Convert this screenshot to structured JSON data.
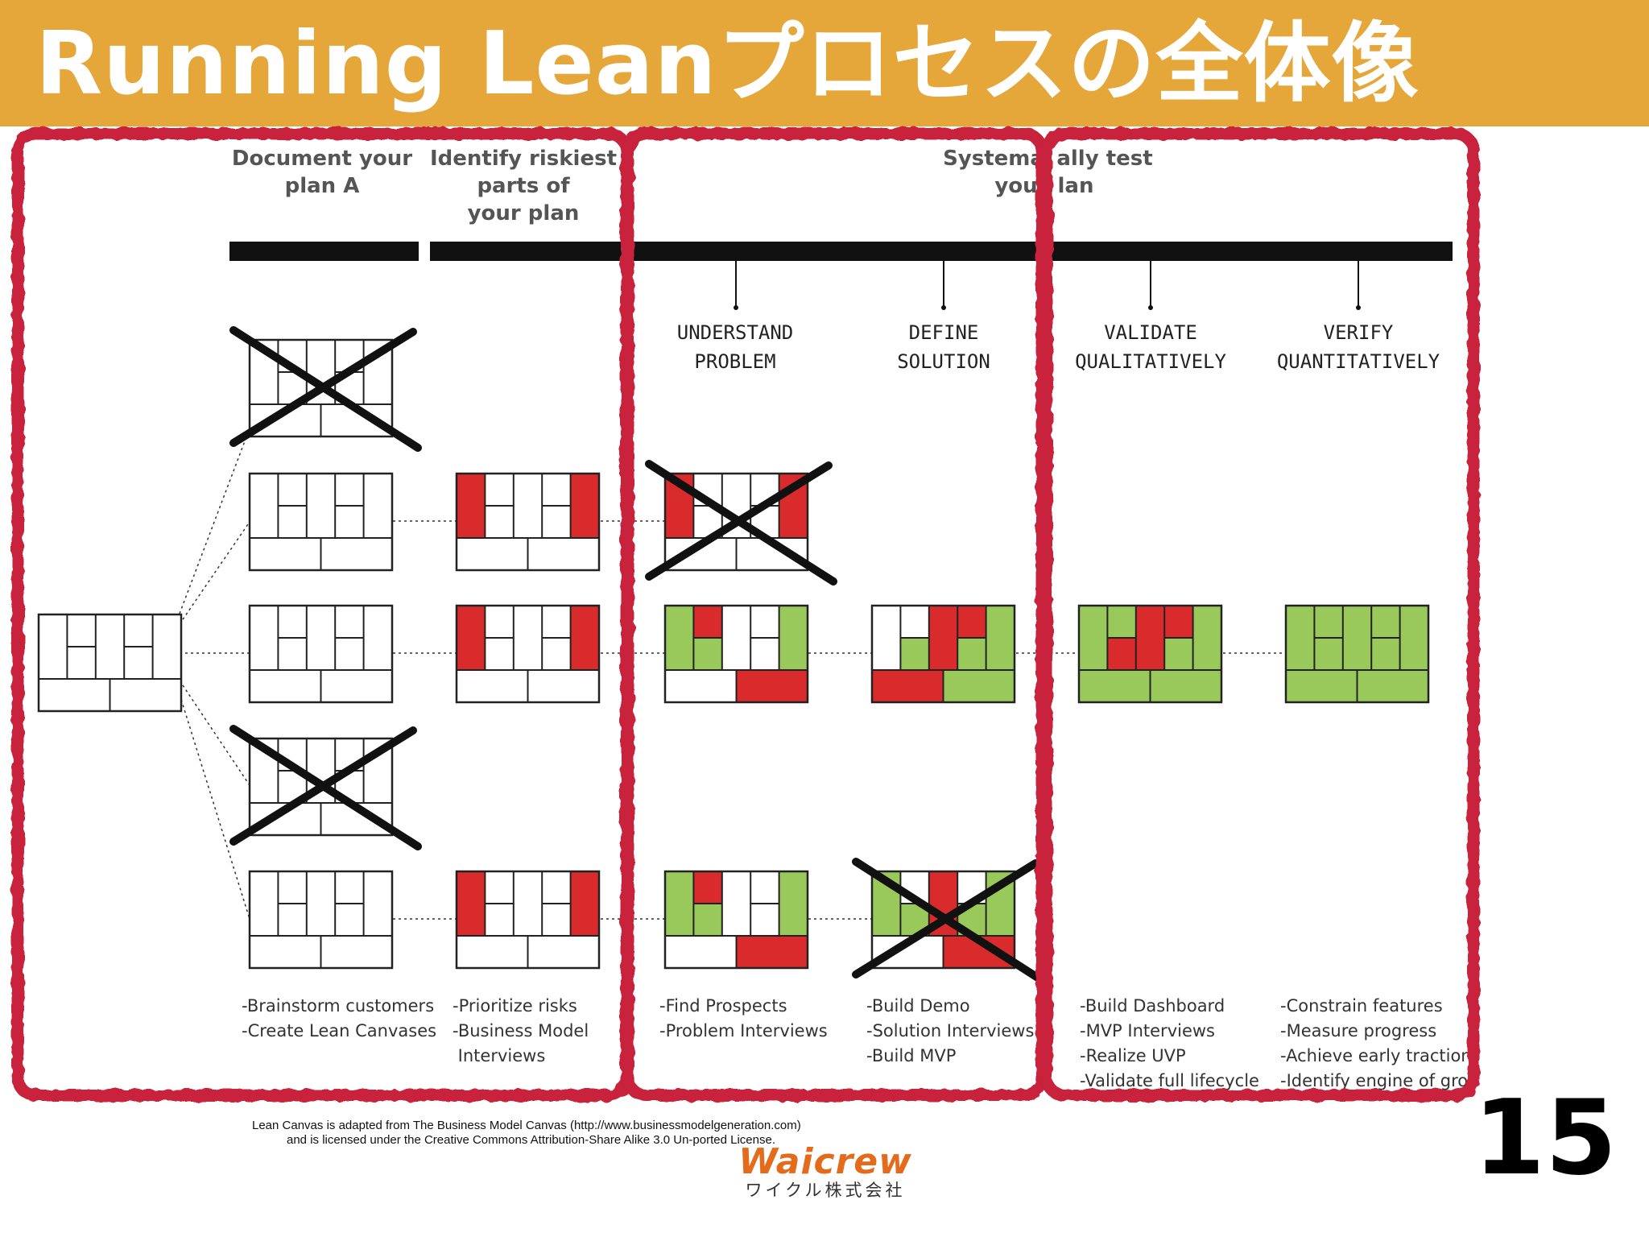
{
  "slide": {
    "title": "Running Leanプロセスの全体像",
    "page_number": "15"
  },
  "headers": {
    "document_plan": [
      "Document your",
      "plan A"
    ],
    "identify_risks": [
      "Identify riskiest",
      "parts of",
      "your plan"
    ],
    "systematically_test": [
      "Systema",
      "ally test",
      "you",
      "lan"
    ]
  },
  "stages": [
    {
      "lines": [
        "UNDERSTAND",
        "PROBLEM"
      ]
    },
    {
      "lines": [
        "DEFINE",
        "SOLUTION"
      ]
    },
    {
      "lines": [
        "VALIDATE",
        "QUALITATIVELY"
      ]
    },
    {
      "lines": [
        "VERIFY",
        "QUANTITATIVELY"
      ]
    }
  ],
  "activities": [
    {
      "lines": [
        "-Brainstorm customers",
        "-Create Lean Canvases"
      ]
    },
    {
      "lines": [
        "-Prioritize risks",
        "-Business Model",
        " Interviews"
      ]
    },
    {
      "lines": [
        "-Find Prospects",
        "-Problem Interviews"
      ]
    },
    {
      "lines": [
        "-Build Demo",
        "-Solution Interviews",
        "-Build MVP"
      ]
    },
    {
      "lines": [
        "-Build Dashboard",
        "-MVP Interviews",
        "-Realize UVP",
        "-Validate full lifecycle"
      ]
    },
    {
      "lines": [
        "-Constrain features",
        "-Measure progress",
        "-Achieve early traction",
        "-Identify engine of gro"
      ]
    }
  ],
  "footnote": {
    "line1": "Lean Canvas is adapted from The Business Model Canvas (http://www.businessmodelgeneration.com)",
    "line2": "and is licensed under the Creative Commons Attribution-Share Alike 3.0 Un-ported License."
  },
  "logo": {
    "text": "Waicrew",
    "subtext": "ワイクル株式会社"
  },
  "colors": {
    "title_bar": "#e5a63a",
    "highlight_frame": "#c8203c",
    "risk_red": "#d92b2b",
    "validated_green": "#99c95a",
    "timeline_bar": "#111111"
  },
  "canvases": [
    {
      "id": "start",
      "red": [],
      "green": [],
      "crossed": false
    },
    {
      "id": "c1r1",
      "red": [],
      "green": [],
      "crossed": true
    },
    {
      "id": "c1r2",
      "red": [],
      "green": [],
      "crossed": false
    },
    {
      "id": "c1r3",
      "red": [],
      "green": [],
      "crossed": false
    },
    {
      "id": "c1r4",
      "red": [],
      "green": [],
      "crossed": true
    },
    {
      "id": "c1r5",
      "red": [],
      "green": [],
      "crossed": false
    },
    {
      "id": "c2r2",
      "red": [
        "c1",
        "c7"
      ],
      "green": [],
      "crossed": false
    },
    {
      "id": "c2r3",
      "red": [
        "c1",
        "c7"
      ],
      "green": [],
      "crossed": false
    },
    {
      "id": "c2r5",
      "red": [
        "c1",
        "c7"
      ],
      "green": [],
      "crossed": false
    },
    {
      "id": "c3r2",
      "red": [
        "c1",
        "c7"
      ],
      "green": [],
      "crossed": true
    },
    {
      "id": "c3r3",
      "red": [
        "c2",
        "bR"
      ],
      "green": [
        "c1",
        "c3",
        "c7"
      ],
      "crossed": false
    },
    {
      "id": "c3r5",
      "red": [
        "c2",
        "bR"
      ],
      "green": [
        "c1",
        "c3",
        "c7"
      ],
      "crossed": false
    },
    {
      "id": "c4r3",
      "red": [
        "c4",
        "c5",
        "bL"
      ],
      "green": [
        "c3",
        "c6",
        "c7",
        "bR"
      ],
      "crossed": false
    },
    {
      "id": "c4r5",
      "red": [
        "c4",
        "bR"
      ],
      "green": [
        "c1",
        "c3",
        "c6",
        "c7"
      ],
      "crossed": true
    },
    {
      "id": "c5r3",
      "red": [
        "c3",
        "c4",
        "c5"
      ],
      "green": [
        "c1",
        "c2",
        "c6",
        "c7",
        "bL",
        "bR"
      ],
      "crossed": false
    },
    {
      "id": "c6r3",
      "red": [],
      "green": [
        "c1",
        "c2",
        "c3",
        "c4",
        "c5",
        "c6",
        "c7",
        "bL",
        "bR"
      ],
      "crossed": false
    }
  ]
}
